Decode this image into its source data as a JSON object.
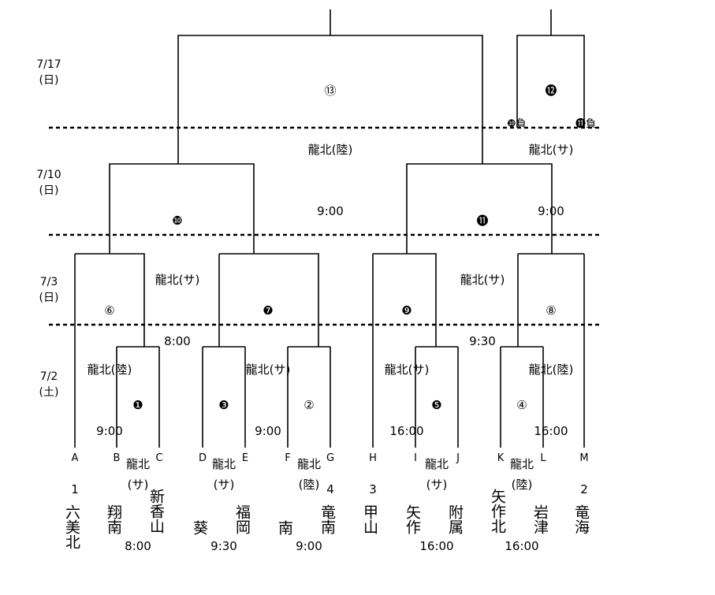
{
  "dates": [
    {
      "label": "7/17\n(日)"
    },
    {
      "label": "7/10\n(日)"
    },
    {
      "label": "7/3\n(日)"
    },
    {
      "label": "7/2\n(土)"
    }
  ],
  "slots": [
    {
      "letter": "A",
      "seed": "1",
      "team": "六美北"
    },
    {
      "letter": "B",
      "seed": "",
      "team": "翔南"
    },
    {
      "letter": "C",
      "seed": "",
      "team": "新香山"
    },
    {
      "letter": "D",
      "seed": "",
      "team": "葵"
    },
    {
      "letter": "E",
      "seed": "",
      "team": "福岡"
    },
    {
      "letter": "F",
      "seed": "",
      "team": "南"
    },
    {
      "letter": "G",
      "seed": "4",
      "team": "竜南"
    },
    {
      "letter": "H",
      "seed": "3",
      "team": "甲山"
    },
    {
      "letter": "I",
      "seed": "",
      "team": "矢作"
    },
    {
      "letter": "J",
      "seed": "",
      "team": "附属"
    },
    {
      "letter": "K",
      "seed": "",
      "team": "矢作北"
    },
    {
      "letter": "L",
      "seed": "",
      "team": "岩津"
    },
    {
      "letter": "M",
      "seed": "2",
      "team": "竜海"
    }
  ],
  "matches": [
    {
      "num": "❶",
      "venue": "龍北\n(サ)",
      "time": "8:00"
    },
    {
      "num": "❸",
      "venue": "龍北\n(サ)",
      "time": "9:30"
    },
    {
      "num": "②",
      "venue": "龍北\n(陸)",
      "time": "9:00"
    },
    {
      "num": "❺",
      "venue": "龍北\n(サ)",
      "time": "16:00"
    },
    {
      "num": "④",
      "venue": "龍北\n(陸)",
      "time": "16:00"
    },
    {
      "num": "⑥",
      "venue": "龍北(陸)",
      "time": "9:00"
    },
    {
      "num": "❼",
      "venue": "龍北(サ)",
      "time": "9:00"
    },
    {
      "num": "❾",
      "venue": "龍北(サ)",
      "time": "16:00"
    },
    {
      "num": "⑧",
      "venue": "龍北(陸)",
      "time": "16:00"
    },
    {
      "num": "❿",
      "venue": "龍北(サ)",
      "time": "8:00"
    },
    {
      "num": "⓫",
      "venue": "龍北(サ)",
      "time": "9:30"
    },
    {
      "num": "⑬",
      "venue": "龍北(陸)",
      "time": "9:00"
    },
    {
      "num": "⓬",
      "venue": "龍北(サ)",
      "time": "9:00"
    }
  ],
  "loser_labels": [
    "❿負",
    "⓫負"
  ]
}
